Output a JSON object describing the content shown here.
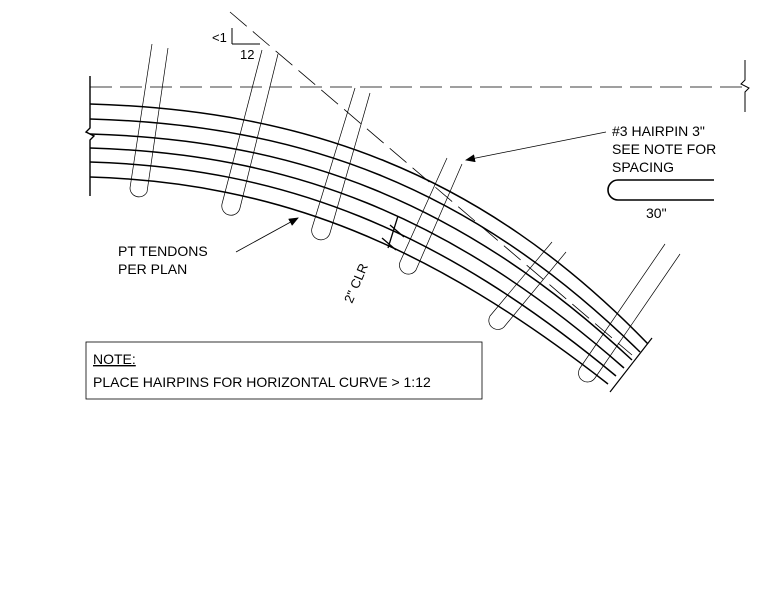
{
  "slope": {
    "rise": "<1",
    "run": "12"
  },
  "hairpin_callout": {
    "line1": "#3 HAIRPIN  3\"",
    "line2": "SEE NOTE FOR",
    "line3": "SPACING"
  },
  "hairpin_detail": {
    "length": "30\""
  },
  "tendons_label": {
    "line1": "PT TENDONS",
    "line2": "PER PLAN"
  },
  "clearance": "2\" CLR",
  "note": {
    "title": "NOTE:",
    "text": "PLACE HAIRPINS FOR HORIZONTAL CURVE > 1:12"
  }
}
